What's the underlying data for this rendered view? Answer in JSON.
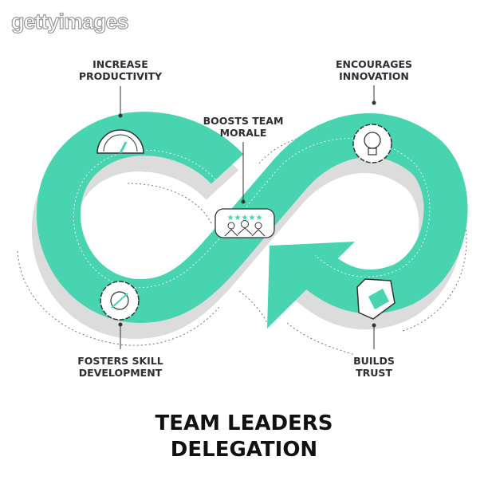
{
  "watermark": "gettyimages",
  "title_line1": "TEAM LEADERS",
  "title_line2": "DELEGATION",
  "labels": {
    "productivity": [
      "INCREASE",
      "PRODUCTIVITY"
    ],
    "innovation": [
      "ENCOURAGES",
      "INNOVATION"
    ],
    "morale": [
      "BOOSTS TEAM",
      "MORALE"
    ],
    "skill": [
      "FOSTERS SKILL",
      "DEVELOPMENT"
    ],
    "trust": [
      "BUILDS",
      "TRUST"
    ]
  },
  "colors": {
    "accent": "#48d4b0",
    "shadow": "#d9d9d9",
    "text": "#2d2d33"
  }
}
